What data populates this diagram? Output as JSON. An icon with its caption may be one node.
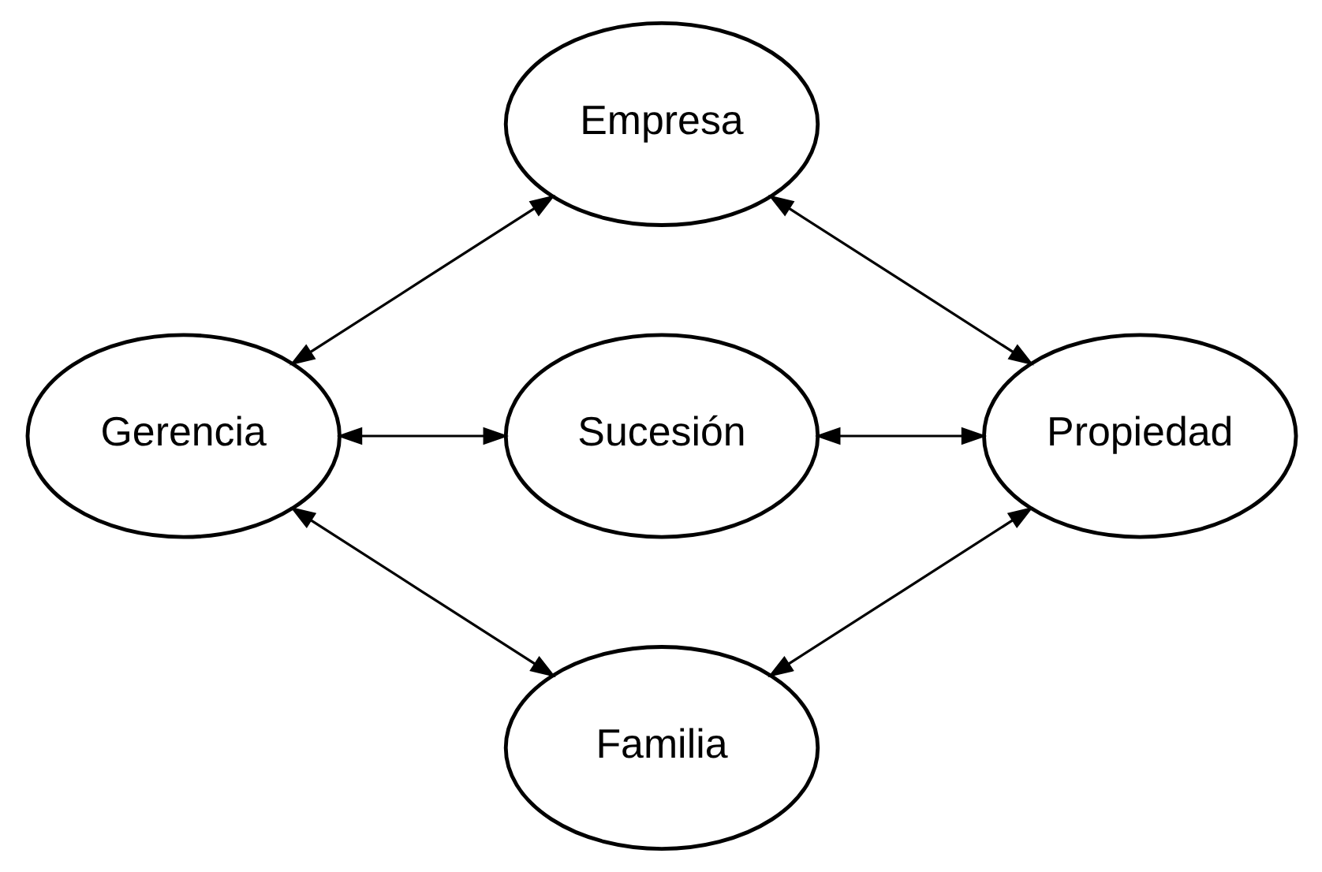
{
  "diagram": {
    "nodes": [
      {
        "text": [
          "Empresa"
        ]
      },
      {
        "text": [
          "Gerencia"
        ]
      },
      {
        "text": [
          "Sucesión"
        ]
      },
      {
        "text": [
          "Propiedad"
        ]
      },
      {
        "text": [
          "Familia"
        ]
      }
    ],
    "edges": [
      {
        "from": 0,
        "to": 1,
        "arrow": "both"
      },
      {
        "from": 0,
        "to": 3,
        "arrow": "both"
      },
      {
        "from": 1,
        "to": 2,
        "arrow": "both"
      },
      {
        "from": 2,
        "to": 3,
        "arrow": "both"
      },
      {
        "from": 1,
        "to": 4,
        "arrow": "both"
      },
      {
        "from": 3,
        "to": 4,
        "arrow": "both"
      }
    ]
  }
}
